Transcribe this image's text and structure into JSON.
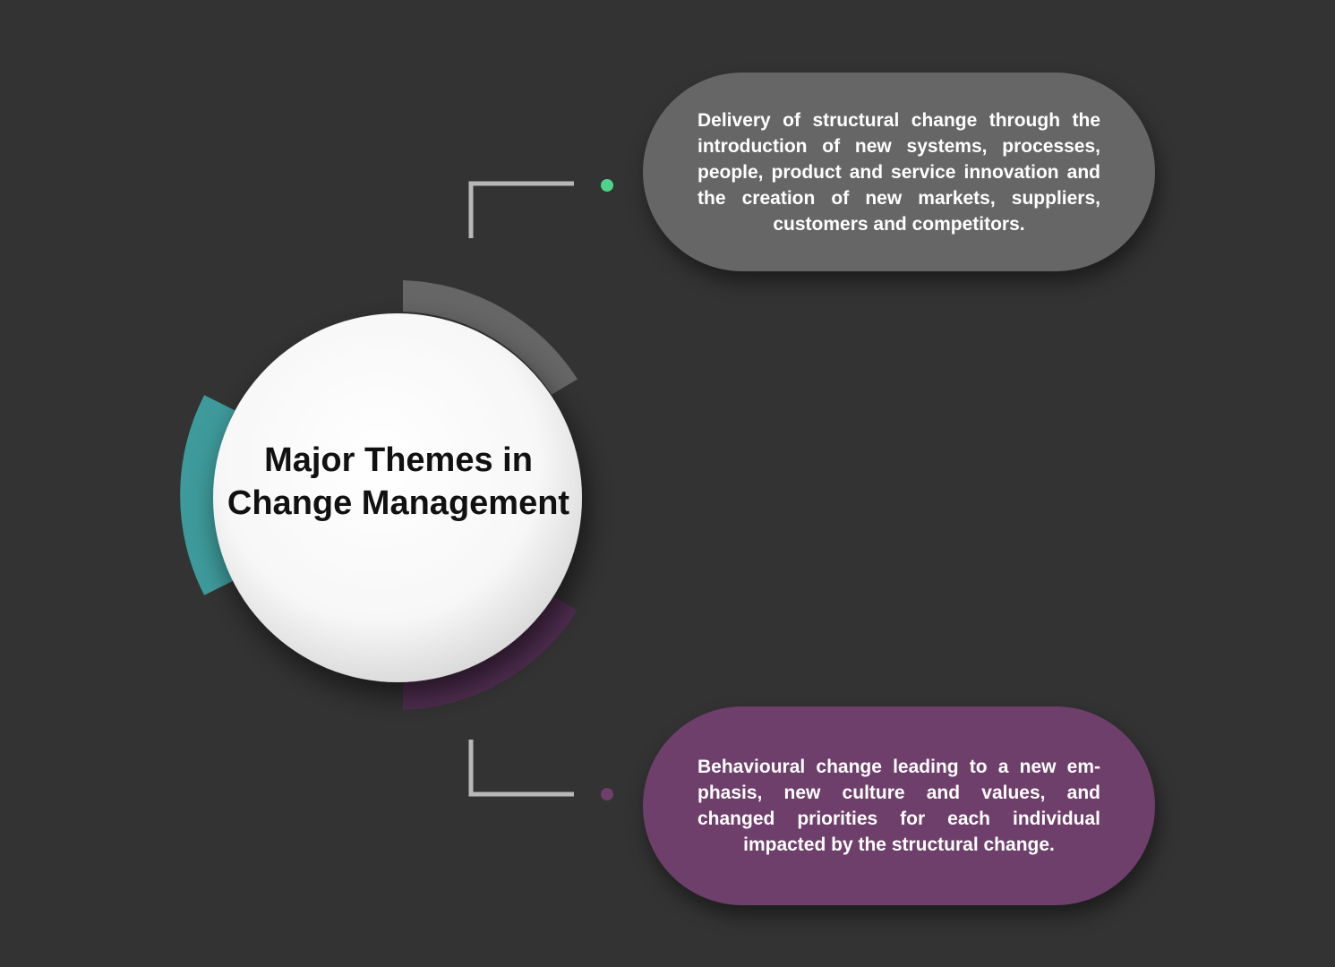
{
  "center": {
    "title_line1": "Major Themes in",
    "title_line2": "Change Management"
  },
  "themes": [
    {
      "text": "Delivery of structural change through the introduction of new systems, processes, people, product and service innovation and the creation of new markets, suppliers, customers and competitors.",
      "color": "#666666",
      "dot_color": "#4fd38a"
    },
    {
      "text": "Behavioural change leading to a new em-phasis, new culture and values, and changed priorities for each individual impacted by the structural change.",
      "color": "#6e3f6b",
      "dot_color": "#6e3f6b"
    }
  ],
  "colors": {
    "background": "#333333",
    "arc_teal": "#3e9b9b",
    "arc_gray": "#666666",
    "arc_purple": "#4f2d4f",
    "connector": "#b8b8b8",
    "circle": "#ffffff"
  }
}
